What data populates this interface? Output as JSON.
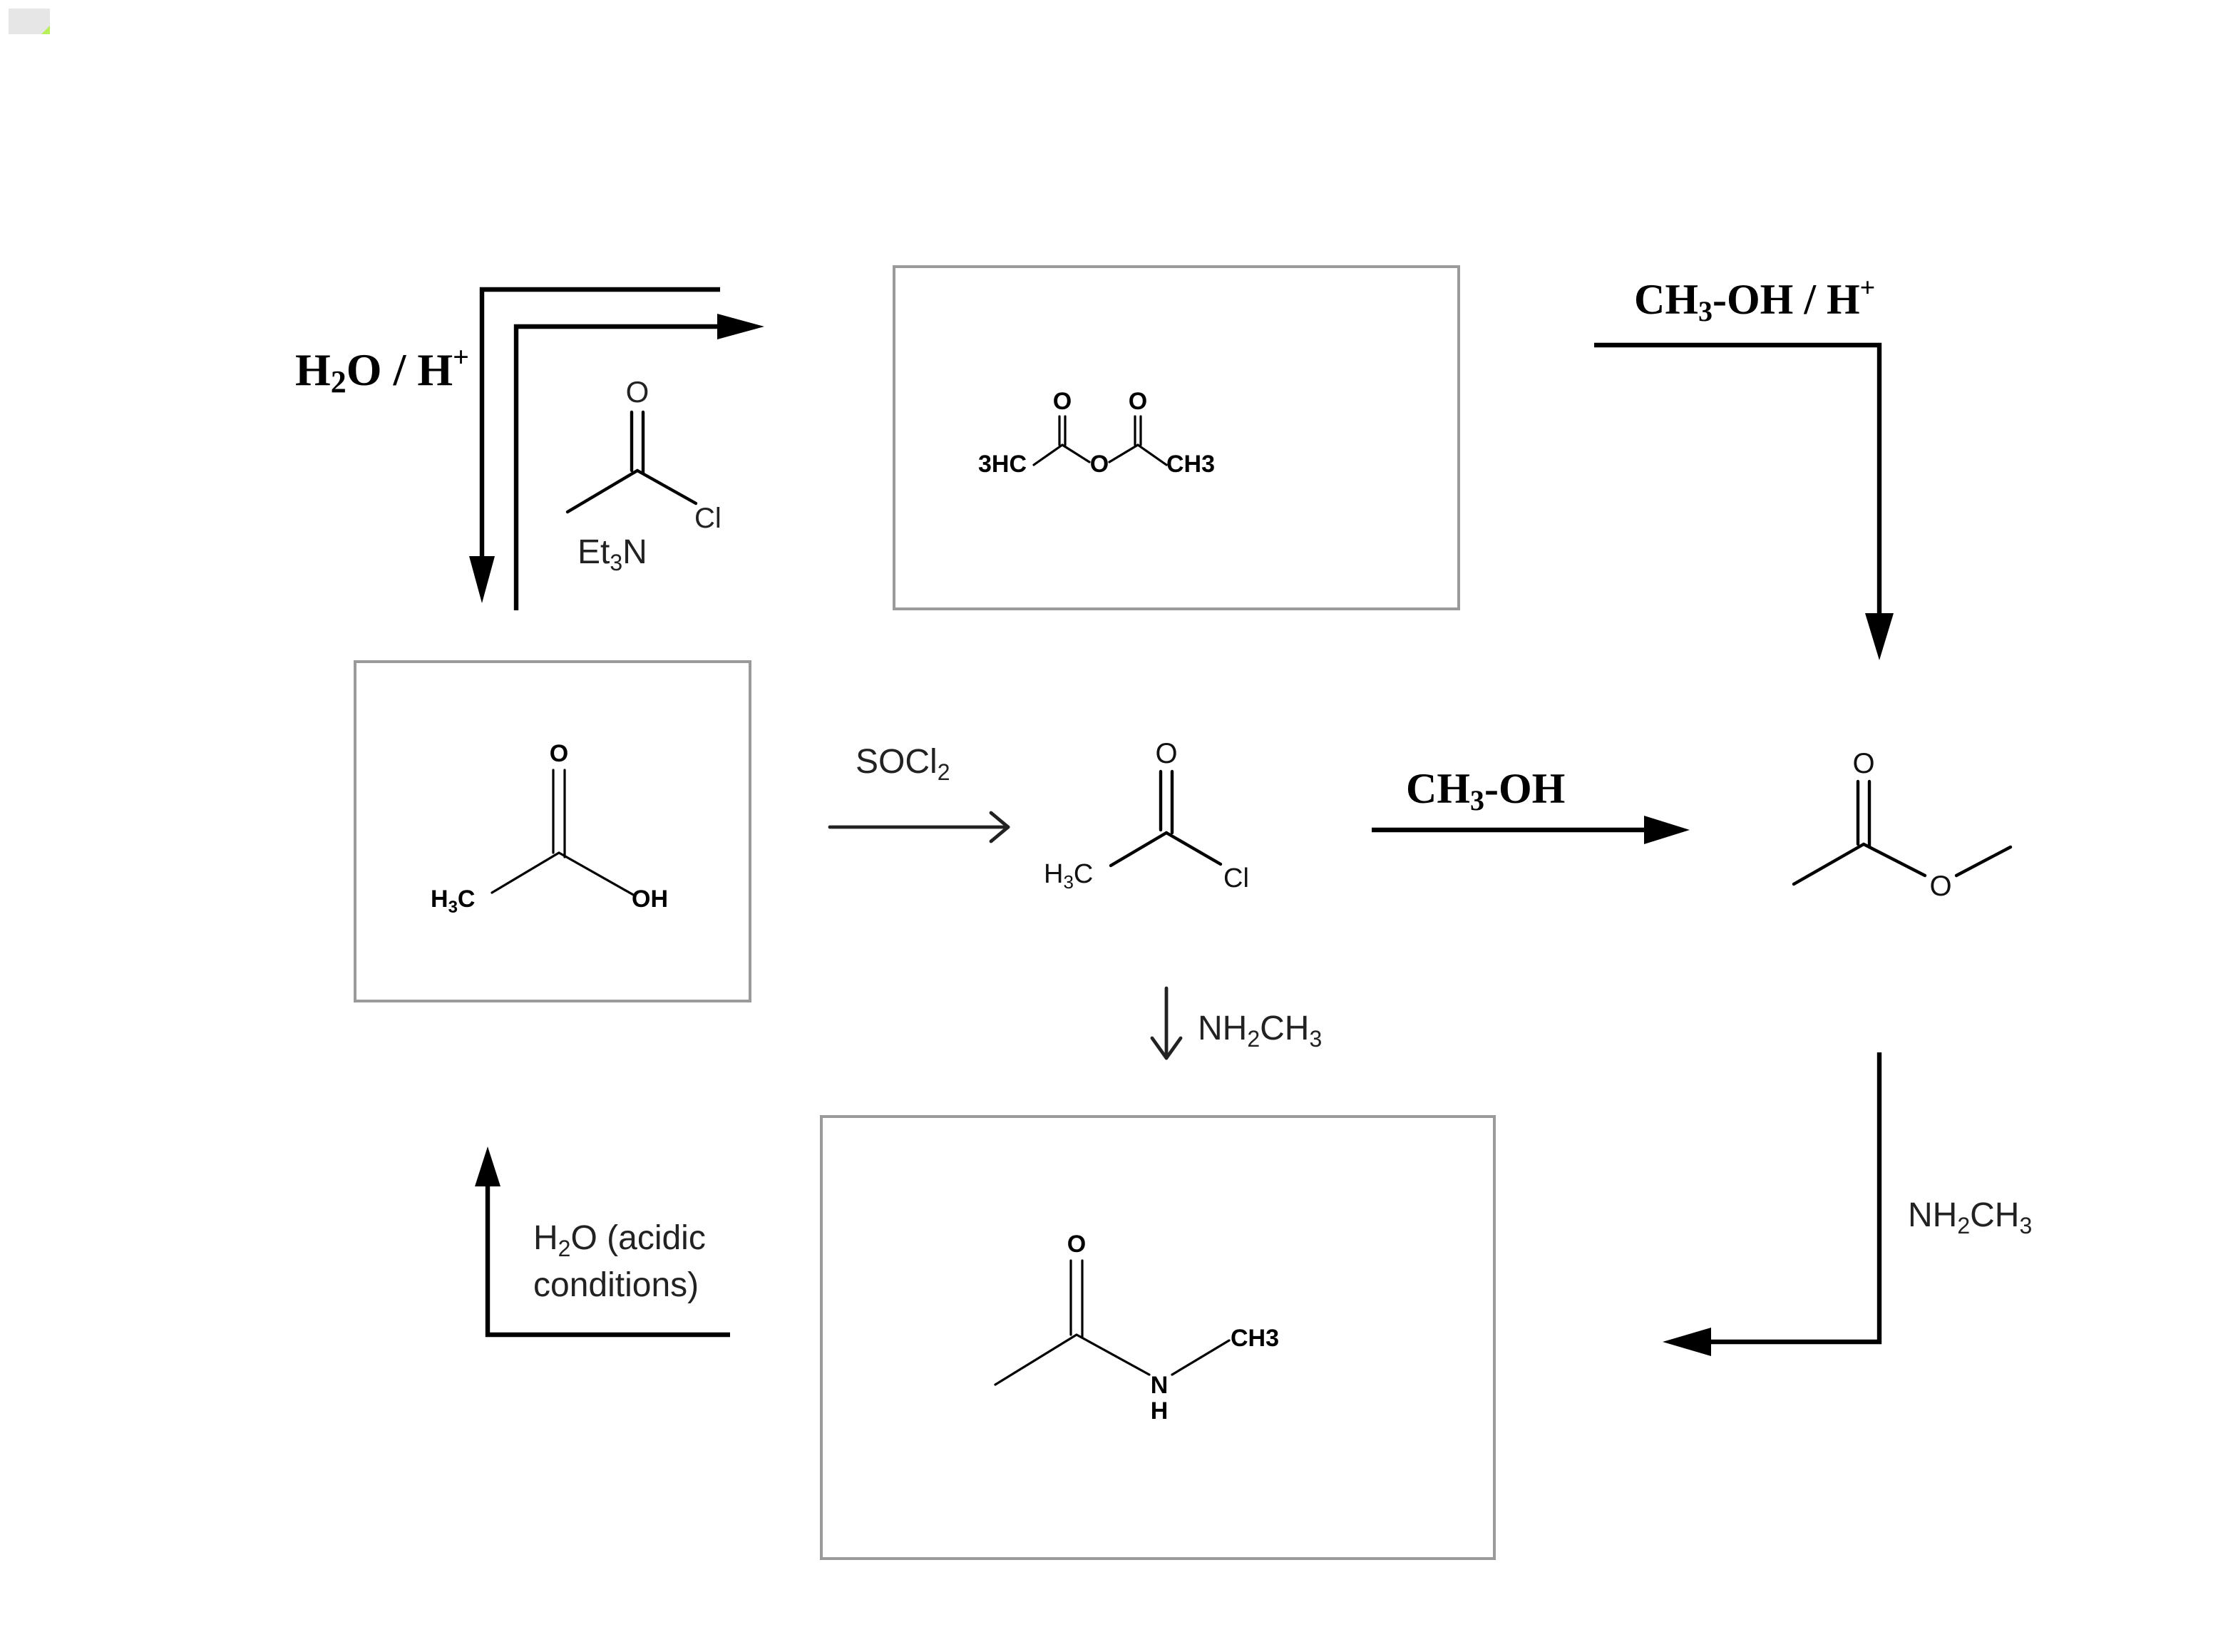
{
  "diagram": {
    "title": "Acetic acid derivative interconversion scheme",
    "compounds": {
      "acetic_acid": {
        "name": "Acetic acid",
        "o_label": "O",
        "left_label": "H",
        "left_sub": "3",
        "left_tail": "C",
        "right_label": "OH"
      },
      "acetic_anhydride": {
        "name": "Acetic anhydride",
        "o1": "O",
        "o2": "O",
        "left_label": "3HC",
        "bridge_o": "O",
        "right_label": "CH3"
      },
      "acetyl_chloride": {
        "name": "Acetyl chloride",
        "o_label": "O",
        "left_label": "H",
        "left_sub": "3",
        "left_tail": "C",
        "right_label": "Cl"
      },
      "methyl_acetate": {
        "name": "Methyl acetate",
        "o_label": "O",
        "ester_o": "O"
      },
      "n_methylacetamide": {
        "name": "N-methylacetamide",
        "o_label": "O",
        "n_label": "N",
        "h_label": "H",
        "right_label": "CH3"
      }
    },
    "reagents": {
      "h2o_h": {
        "a": "H",
        "sub": "2",
        "b": "O / H",
        "sup": "+"
      },
      "acetyl_chloride_et3n": {
        "o_label": "O",
        "cl_label": "Cl",
        "base_a": "Et",
        "base_sub": "3",
        "base_b": "N"
      },
      "socl2": {
        "a": "SOCl",
        "sub": "2"
      },
      "ch3oh": {
        "a": "CH",
        "sub": "3",
        "b": "-OH"
      },
      "ch3oh_h": {
        "a": "CH",
        "sub": "3",
        "b": "-OH / H",
        "sup": "+"
      },
      "nh2ch3_center": {
        "a": "NH",
        "sub1": "2",
        "b": "CH",
        "sub2": "3"
      },
      "nh2ch3_right": {
        "a": "NH",
        "sub1": "2",
        "b": "CH",
        "sub2": "3"
      },
      "h2o_acidic": {
        "a": "H",
        "sub": "2",
        "b": "O (acidic",
        "line2": "conditions)"
      }
    },
    "grid_boxes": {
      "acetic_acid": {
        "cols": 7,
        "rows": 6
      },
      "acetic_anhydride": {
        "cols": 10,
        "rows": 6
      },
      "n_methylacetamide": {
        "cols": 12,
        "rows": 8
      }
    },
    "colors": {
      "grid": "#c5dcf5",
      "frame": "#9a9a9a",
      "ink": "#000000"
    }
  }
}
